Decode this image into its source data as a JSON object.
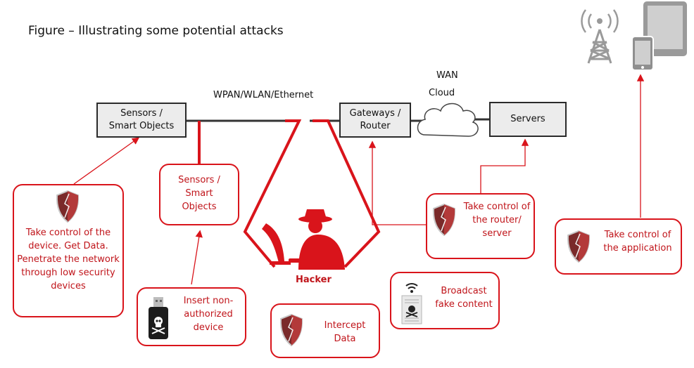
{
  "title": "Figure – Illustrating some potential attacks",
  "nodes": {
    "sensors": "Sensors / Smart Objects",
    "gateways": "Gateways / Router",
    "servers": "Servers"
  },
  "network_labels": {
    "wpan": "WPAN/WLAN/Ethernet",
    "wan": "WAN",
    "cloud": "Cloud"
  },
  "hacker_label": "Hacker",
  "attacks": {
    "take_control_device": "Take control of the device. Get Data. Penetrate the network through low security devices",
    "rogue_sensors": "Sensors / Smart Objects",
    "insert_device": "Insert non-authorized device",
    "intercept": "Intercept Data",
    "broadcast": "Broadcast fake content",
    "take_control_router": "Take control of the router/ server",
    "take_control_app": "Take control of the application"
  },
  "icons": {
    "shield": "shield-icon",
    "usb": "usb-skull-icon",
    "document": "broadcast-document-icon",
    "hacker": "hacker-icon",
    "tower": "antenna-tower-icon",
    "devices": "tablet-phone-icon",
    "cloud": "cloud-icon"
  },
  "colors": {
    "attack_red": "#d9141b",
    "node_fill": "#ececec",
    "node_border": "#2a2a2a"
  }
}
